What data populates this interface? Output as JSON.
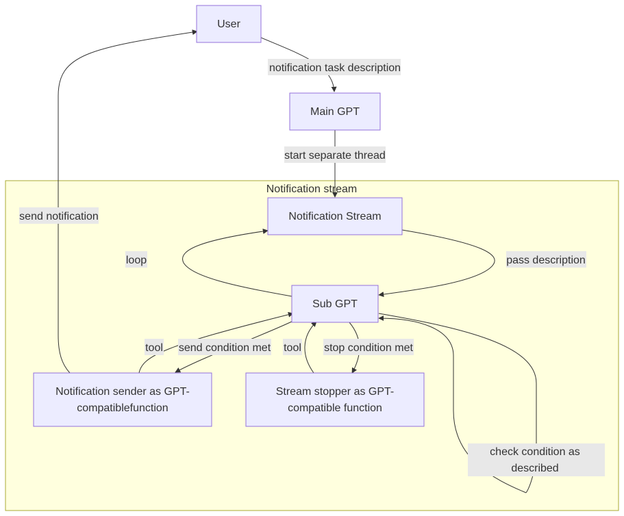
{
  "diagram": {
    "subgraph": {
      "title": "Notification stream"
    },
    "nodes": {
      "user": "User",
      "main_gpt": "Main GPT",
      "notification_stream": "Notification Stream",
      "sub_gpt": "Sub GPT",
      "notification_sender": [
        "Notification sender as GPT-",
        "compatiblefunction"
      ],
      "stream_stopper": [
        "Stream stopper as GPT-",
        "compatible function"
      ],
      "check_condition": [
        "check condition as",
        "described"
      ]
    },
    "edges": {
      "user_to_main": "notification task description",
      "main_to_stream": "start separate thread",
      "stream_to_sub": "pass description",
      "sub_to_stream": "loop",
      "sub_to_sender": "send condition met",
      "sender_to_sub": "tool",
      "sub_to_stopper": "stop condition met",
      "stopper_to_sub": "tool",
      "sender_to_user": "send notification"
    }
  }
}
